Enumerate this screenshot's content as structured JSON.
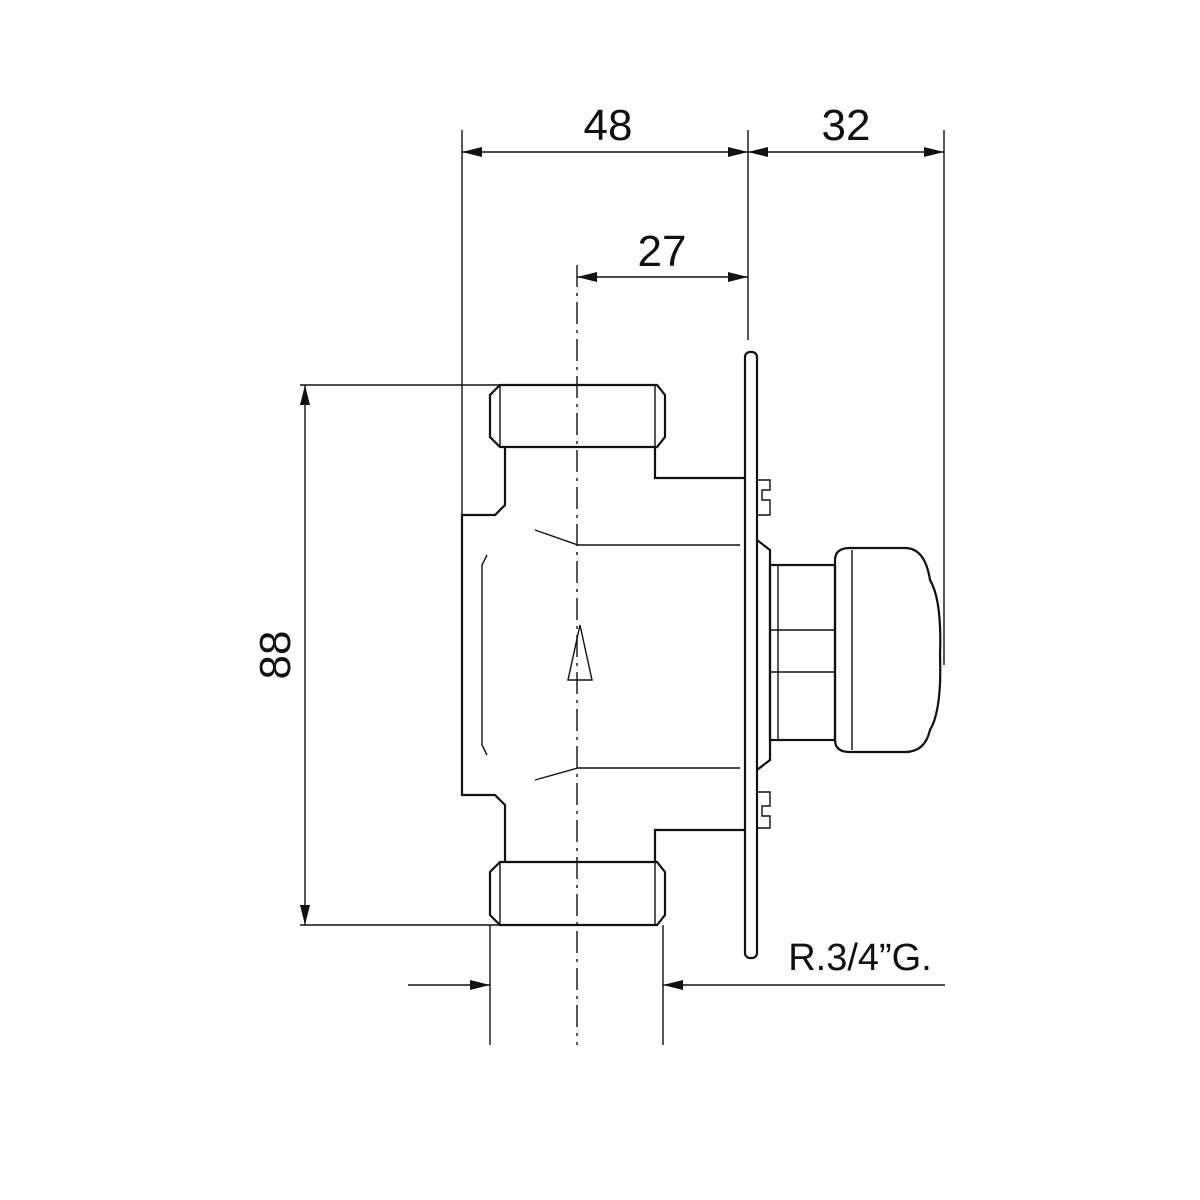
{
  "dimensions": {
    "width_48": "48",
    "width_32": "32",
    "offset_27": "27",
    "height_88": "88",
    "thread": "R.3/4”G."
  }
}
